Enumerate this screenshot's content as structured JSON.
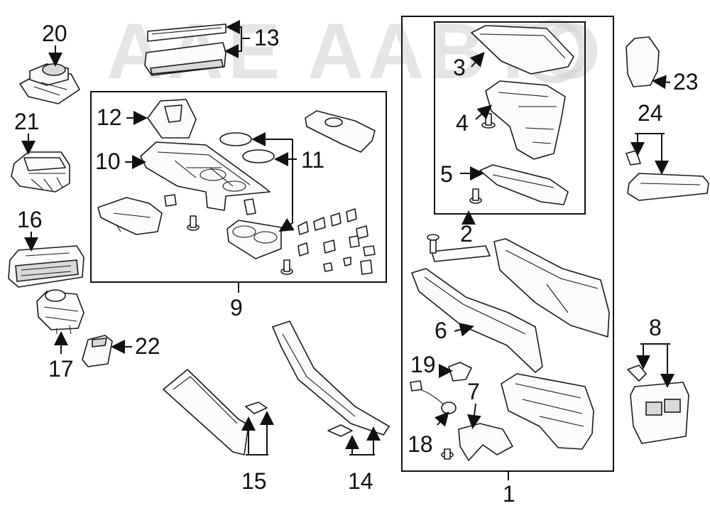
{
  "diagram": {
    "watermark": "AAE AABTO",
    "callouts": {
      "c1": "1",
      "c2": "2",
      "c3": "3",
      "c4": "4",
      "c5": "5",
      "c6": "6",
      "c7": "7",
      "c8": "8",
      "c9": "9",
      "c10": "10",
      "c11": "11",
      "c12": "12",
      "c13": "13",
      "c14": "14",
      "c15": "15",
      "c16": "16",
      "c17": "17",
      "c18": "18",
      "c19": "19",
      "c20": "20",
      "c21": "21",
      "c22": "22",
      "c23": "23",
      "c24": "24"
    }
  }
}
